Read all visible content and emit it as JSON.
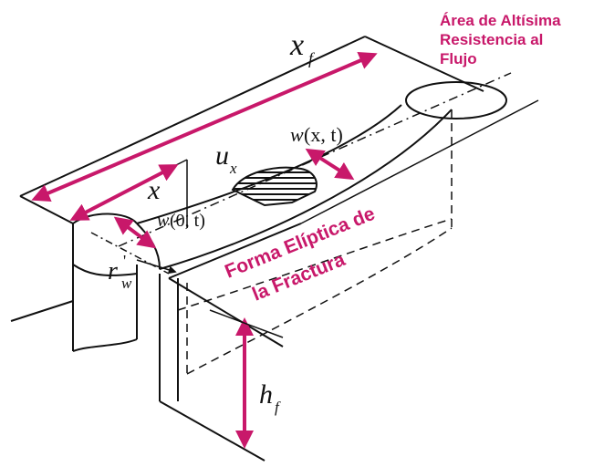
{
  "labels": {
    "area_line1": "Área de Altísima",
    "area_line2": "Resistencia al",
    "area_line3": "Flujo",
    "xf_main": "x",
    "xf_sub": "f",
    "x": "x",
    "ux_main": "u",
    "ux_sub": "x",
    "wxt_w": "w",
    "wxt_args": "(x, t)",
    "w0t_w": "w",
    "w0t_args": "(0, t)",
    "rw_main": "r",
    "rw_sub": "w",
    "rw_prime": "'",
    "forma_line1": "Forma Elíptica de",
    "forma_line2": "la Fractura",
    "hf_main": "h",
    "hf_sub": "f"
  },
  "colors": {
    "accent": "#c8186a",
    "line": "#111111"
  }
}
